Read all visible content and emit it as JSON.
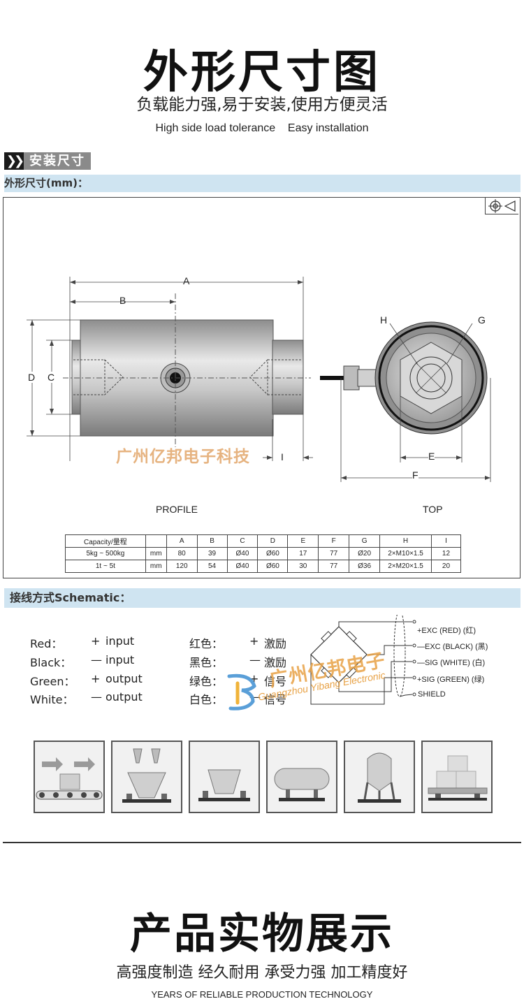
{
  "header": {
    "title": "外形尺寸图",
    "subtitle": "负载能力强,易于安装,使用方便灵活",
    "subtitle_en": "High side load tolerance    Easy installation"
  },
  "section_tag": {
    "chevron": "❯❯",
    "label": "安装尺寸"
  },
  "dimensions_band": "外形尺寸(mm)：",
  "drawing": {
    "dims": {
      "A": "A",
      "B": "B",
      "C": "C",
      "D": "D",
      "E": "E",
      "F": "F",
      "G": "G",
      "H": "H",
      "I": "I"
    },
    "profile_label": "PROFILE",
    "top_label": "TOP",
    "watermark": "广州亿邦电子科技"
  },
  "spec_table": {
    "header": [
      "Capacity/量程",
      "",
      "A",
      "B",
      "C",
      "D",
      "E",
      "F",
      "G",
      "H",
      "I"
    ],
    "rows": [
      [
        "5kg ~ 500kg",
        "mm",
        "80",
        "39",
        "Ø40",
        "Ø60",
        "17",
        "77",
        "Ø20",
        "2×M10×1.5",
        "12"
      ],
      [
        "1t ~ 5t",
        "mm",
        "120",
        "54",
        "Ø40",
        "Ø60",
        "30",
        "77",
        "Ø36",
        "2×M20×1.5",
        "20"
      ]
    ]
  },
  "schematic_band": "接线方式Schematic：",
  "wiring": {
    "en": [
      {
        "color": "Red：",
        "sign": "+",
        "fn": "input"
      },
      {
        "color": "Black：",
        "sign": "—",
        "fn": "input"
      },
      {
        "color": "Green：",
        "sign": "+",
        "fn": "output"
      },
      {
        "color": "White：",
        "sign": "—",
        "fn": "output"
      }
    ],
    "cn": [
      {
        "color": "红色：",
        "sign": "+",
        "fn": "激励"
      },
      {
        "color": "黑色：",
        "sign": "—",
        "fn": "激励"
      },
      {
        "color": "绿色：",
        "sign": "+",
        "fn": "信号"
      },
      {
        "color": "白色：",
        "sign": "—",
        "fn": "信号"
      }
    ],
    "terminals": [
      "+EXC (RED)    (红)",
      "—EXC (BLACK) (黑)",
      "—SIG (WHITE) (白)",
      "+SIG (GREEN) (绿)",
      "SHIELD"
    ],
    "watermark_cn": "广州亿邦电子",
    "watermark_en": "Guangzhou Yibang Electronic"
  },
  "footer": {
    "title": "产品实物展示",
    "subtitle": "高强度制造 经久耐用 承受力强 加工精度好",
    "subtitle_en": "YEARS OF RELIABLE PRODUCTION TECHNOLOGY"
  }
}
